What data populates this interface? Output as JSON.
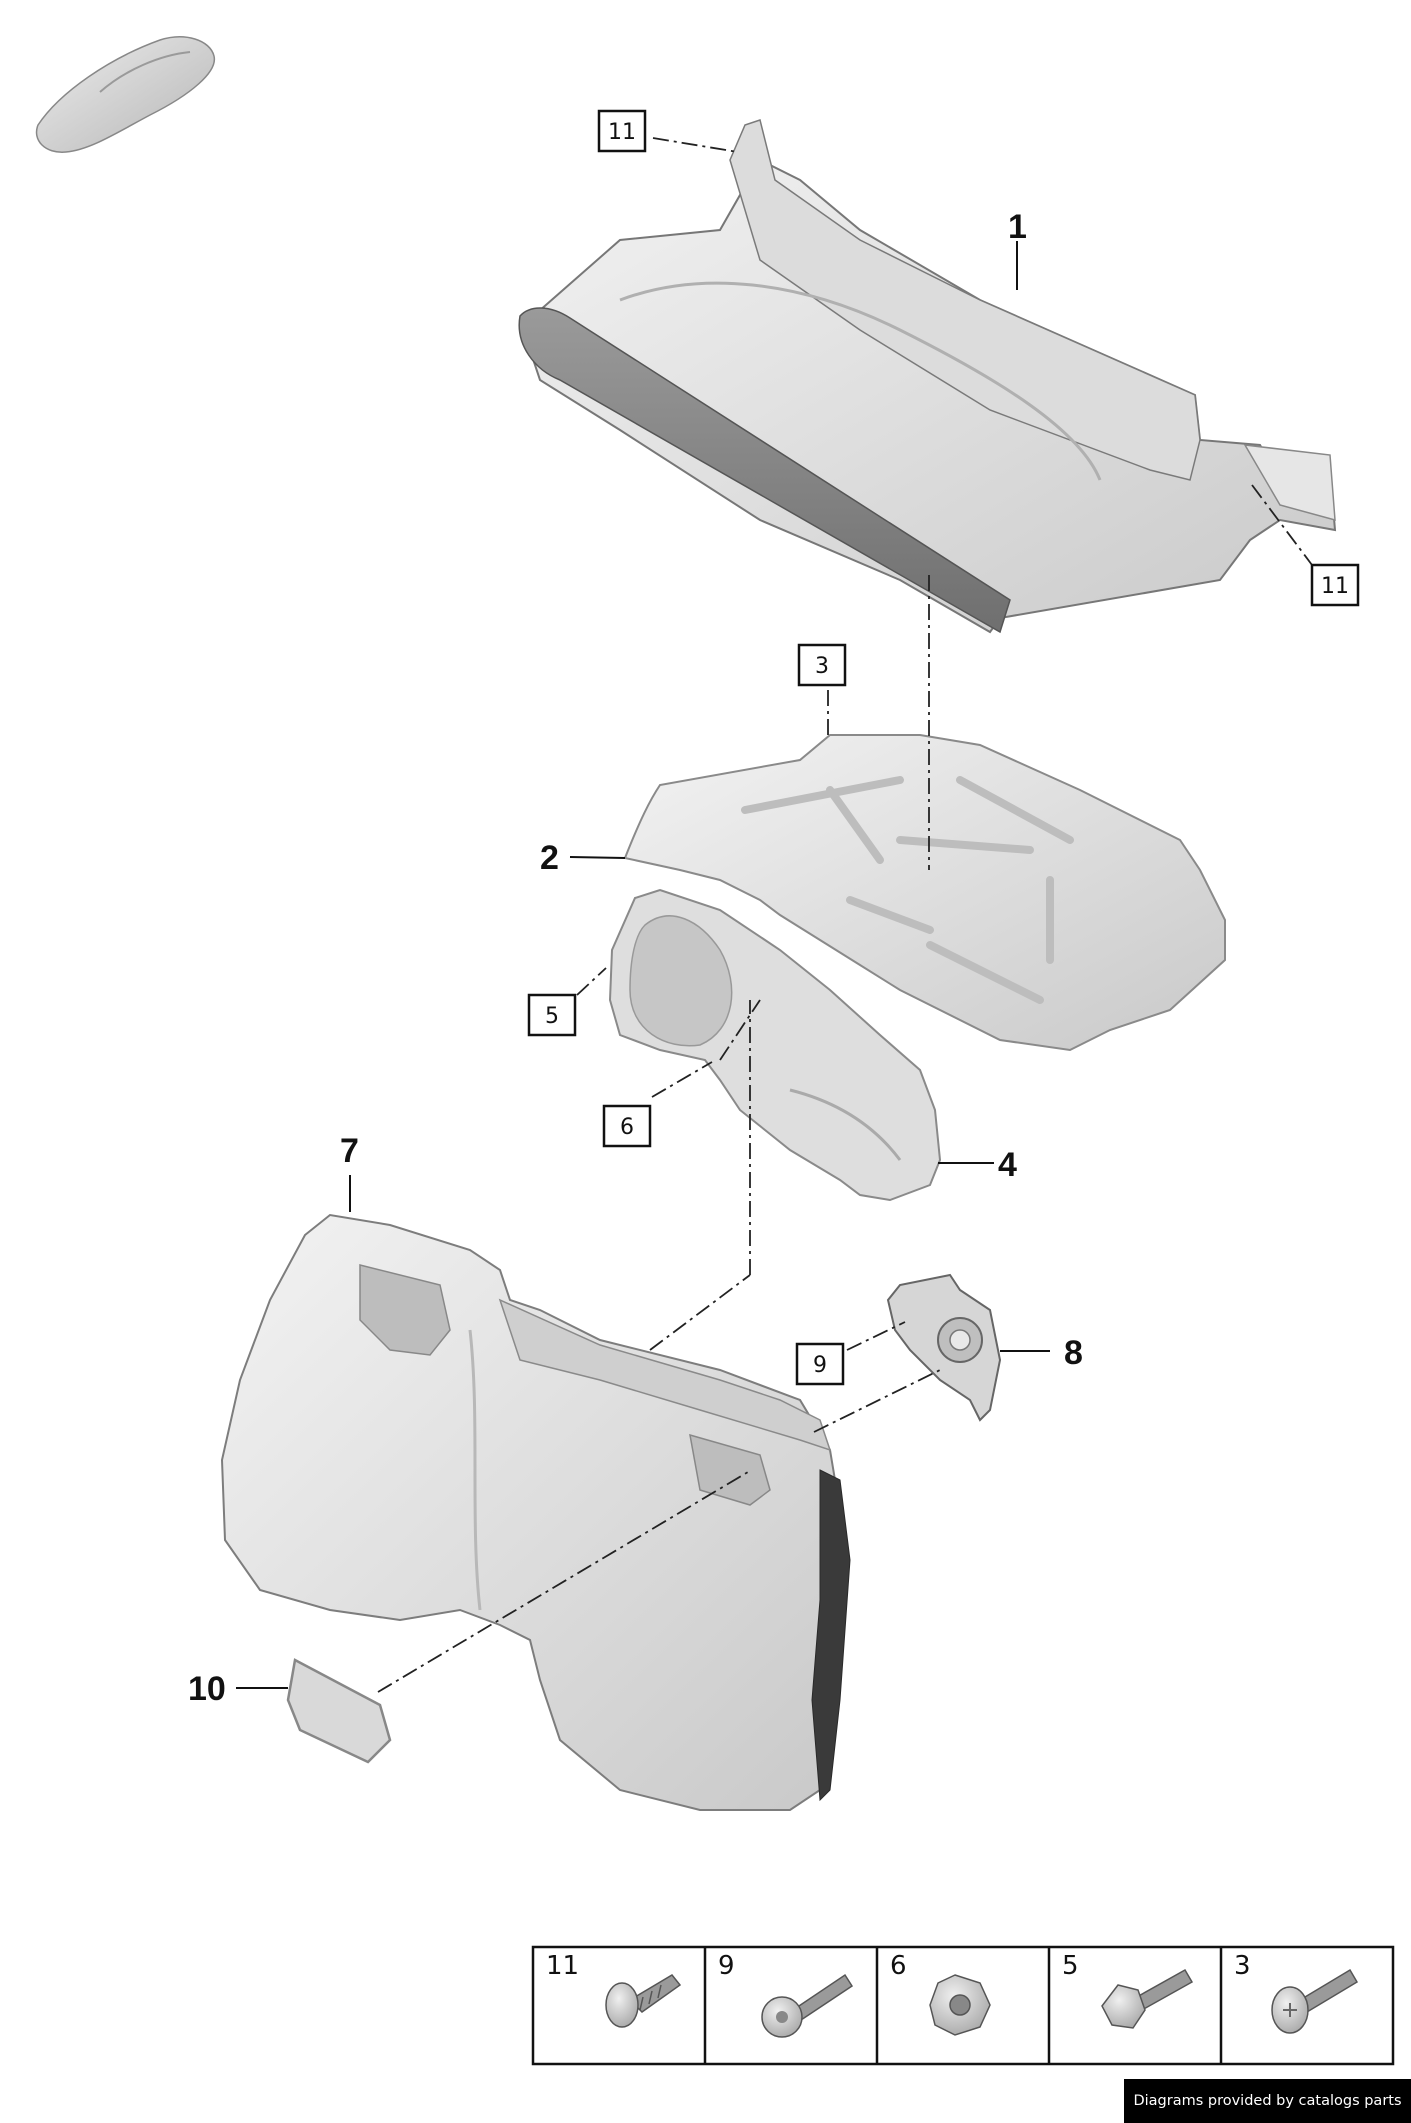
{
  "callouts": {
    "p1": "1",
    "p2": "2",
    "p3": "3",
    "p4": "4",
    "p5": "5",
    "p6": "6",
    "p7": "7",
    "p8": "8",
    "p9": "9",
    "p10": "10",
    "p11a": "11",
    "p11b": "11"
  },
  "legend": {
    "items": [
      {
        "number": "11",
        "icon": "flange-screw-icon"
      },
      {
        "number": "9",
        "icon": "long-bolt-icon"
      },
      {
        "number": "6",
        "icon": "hex-nut-icon"
      },
      {
        "number": "5",
        "icon": "hex-flange-bolt-icon"
      },
      {
        "number": "3",
        "icon": "torx-screw-icon"
      }
    ]
  },
  "footer": {
    "text": "Diagrams provided by catalogs parts"
  }
}
